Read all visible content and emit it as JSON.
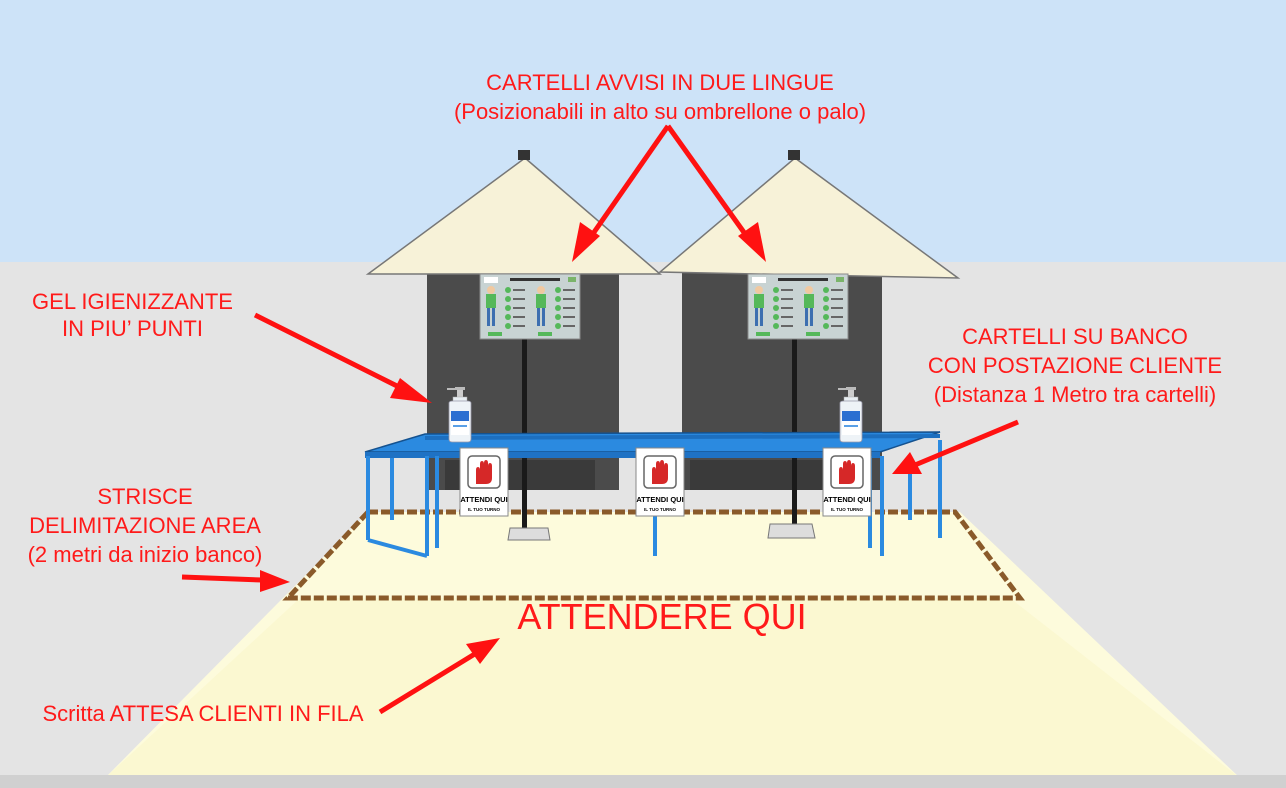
{
  "colors": {
    "sky": "#cde3f8",
    "ground": "#e4e4e4",
    "floor": "#fdfbdc",
    "annotation": "#ff1a1a",
    "counter": "#2b8ae0",
    "umbrella": "#f7f2d8",
    "tent": "#4a4a4a"
  },
  "labels": {
    "top": {
      "line1": "CARTELLI AVVISI IN DUE LINGUE",
      "line2": "(Posizionabili in alto su ombrellone o palo)"
    },
    "gel": {
      "line1": "GEL IGIENIZZANTE",
      "line2": "IN PIU’ PUNTI"
    },
    "counter_signs": {
      "line1": "CARTELLI SU BANCO",
      "line2": "CON POSTAZIONE CLIENTE",
      "line3": "(Distanza 1 Metro tra cartelli)"
    },
    "stripes": {
      "line1": "STRISCE",
      "line2": "DELIMITAZIONE AREA",
      "line3": "(2 metri da inizio banco)"
    },
    "floor_text": "ATTENDERE QUI",
    "queue": "Scritta ATTESA CLIENTI IN FILA"
  },
  "stop_sign": {
    "line1": "ATTENDI QUI",
    "line2": "IL TUO TURNO"
  },
  "icons": {
    "sign_hand": "stop-hand-icon",
    "dispenser": "gel-dispenser-icon"
  }
}
